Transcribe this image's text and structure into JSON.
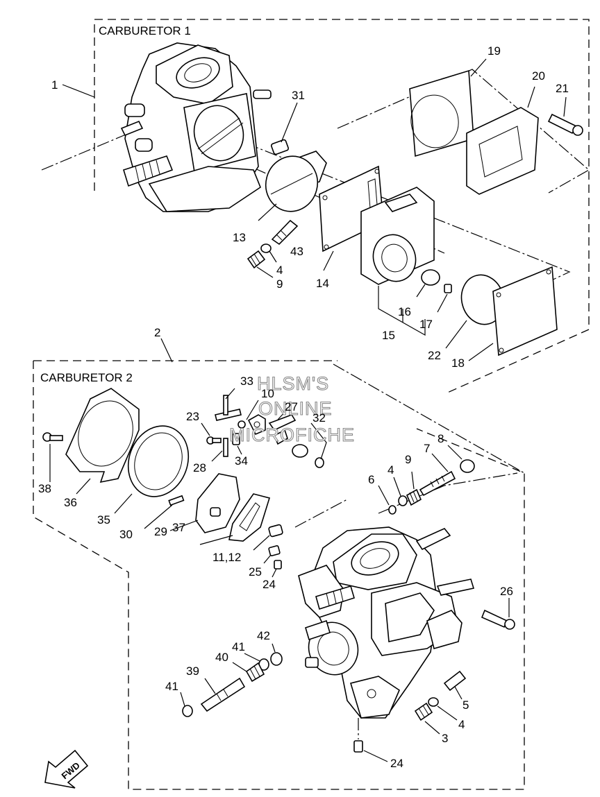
{
  "sections": {
    "carb1": "CARBURETOR 1",
    "carb2": "CARBURETOR 2"
  },
  "watermark": [
    "HLSM'S",
    "ONLINE",
    "MICROFICHE"
  ],
  "fwd": "FWD",
  "labels": {
    "l1": "1",
    "l2": "2",
    "l3": "3",
    "l4a": "4",
    "l4b": "4",
    "l4c": "4",
    "l5": "5",
    "l6": "6",
    "l7": "7",
    "l8": "8",
    "l9a": "9",
    "l9b": "9",
    "l10": "10",
    "l1112": "11,12",
    "l13": "13",
    "l14": "14",
    "l15": "15",
    "l16": "16",
    "l17": "17",
    "l18": "18",
    "l19": "19",
    "l20": "20",
    "l21": "21",
    "l22": "22",
    "l23": "23",
    "l24a": "24",
    "l24b": "24",
    "l25": "25",
    "l26": "26",
    "l27": "27",
    "l28": "28",
    "l29": "29",
    "l30": "30",
    "l31": "31",
    "l32": "32",
    "l33": "33",
    "l34": "34",
    "l35": "35",
    "l36": "36",
    "l37": "37",
    "l38": "38",
    "l39": "39",
    "l40": "40",
    "l41a": "41",
    "l41b": "41",
    "l42": "42",
    "l43": "43"
  }
}
